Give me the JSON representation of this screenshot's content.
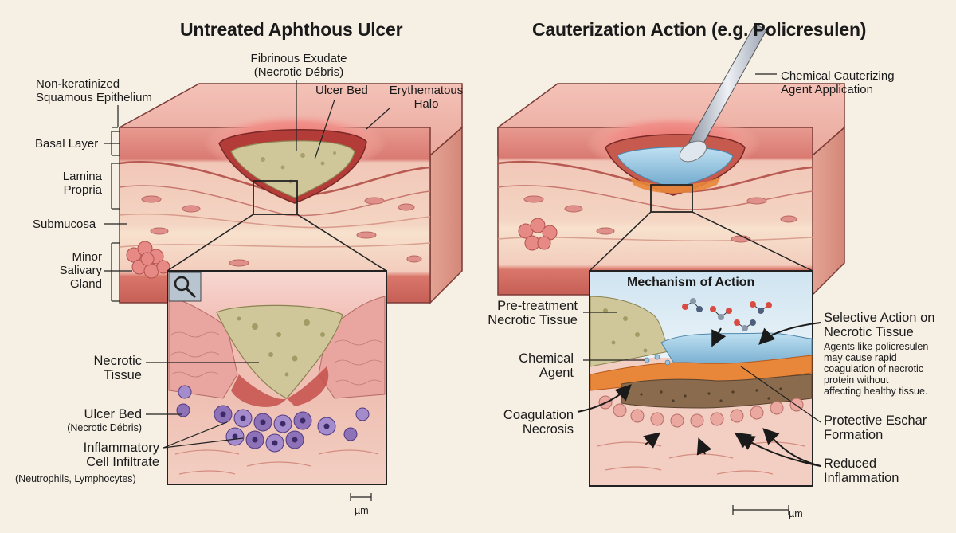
{
  "left_panel": {
    "title": "Untreated Aphthous Ulcer",
    "labels": {
      "epithelium": [
        "Non-keratinized",
        "Squamous Epithelium"
      ],
      "basal_layer": "Basal Layer",
      "lamina_propria": [
        "Lamina",
        "Propria"
      ],
      "submucosa": "Submucosa",
      "salivary_gland": [
        "Minor",
        "Salivary",
        "Gland"
      ],
      "fibrinous_exudate": [
        "Fibrinous Exudate",
        "(Necrotic Débris)"
      ],
      "ulcer_bed_top": "Ulcer Bed",
      "erythematous_halo": [
        "Erythematous",
        "Halo"
      ],
      "necrotic_tissue": [
        "Necrotic",
        "Tissue"
      ],
      "ulcer_bed_zoom": "Ulcer Bed",
      "ulcer_bed_zoom_sub": "(Necrotic Débris)",
      "inflammatory": [
        "Inflammatory",
        "Cell Infiltrate"
      ],
      "inflammatory_sub": "(Neutrophils, Lymphocytes)",
      "scale_unit": "µm"
    }
  },
  "right_panel": {
    "title": "Cauterization Action (e.g. Policresulen)",
    "labels": {
      "applicator": [
        "Chemical Cauterizing",
        "Agent Application"
      ],
      "mechanism_title": "Mechanism of Action",
      "pretreatment": [
        "Pre-treatment",
        "Necrotic Tissue"
      ],
      "chemical_agent": [
        "Chemical",
        "Agent"
      ],
      "coagulation": [
        "Coagulation",
        "Necrosis"
      ],
      "selective": [
        "Selective Action on",
        "Necrotic Tissue"
      ],
      "selective_note": [
        "Agents like policresulen",
        "may cause rapid",
        "coagulation of necrotic",
        "protein without",
        "affecting healthy tissue."
      ],
      "eschar": [
        "Protective Eschar",
        "Formation"
      ],
      "reduced": [
        "Reduced",
        "Inflammation"
      ],
      "scale_unit": "µm"
    }
  },
  "icons": {
    "zoom": "magnifier-icon"
  },
  "colors": {
    "background": "#f6efe4",
    "epithelium": "#eeb0a4",
    "lamina": "#f2c6b6",
    "submucosa": "#f6dcc8",
    "necrotic": "#cfc79a",
    "inflammatory": "#8d72b8",
    "agent": "#9fc6de",
    "eschar": "#e8863a",
    "panel_header": "#d9eaf4"
  }
}
